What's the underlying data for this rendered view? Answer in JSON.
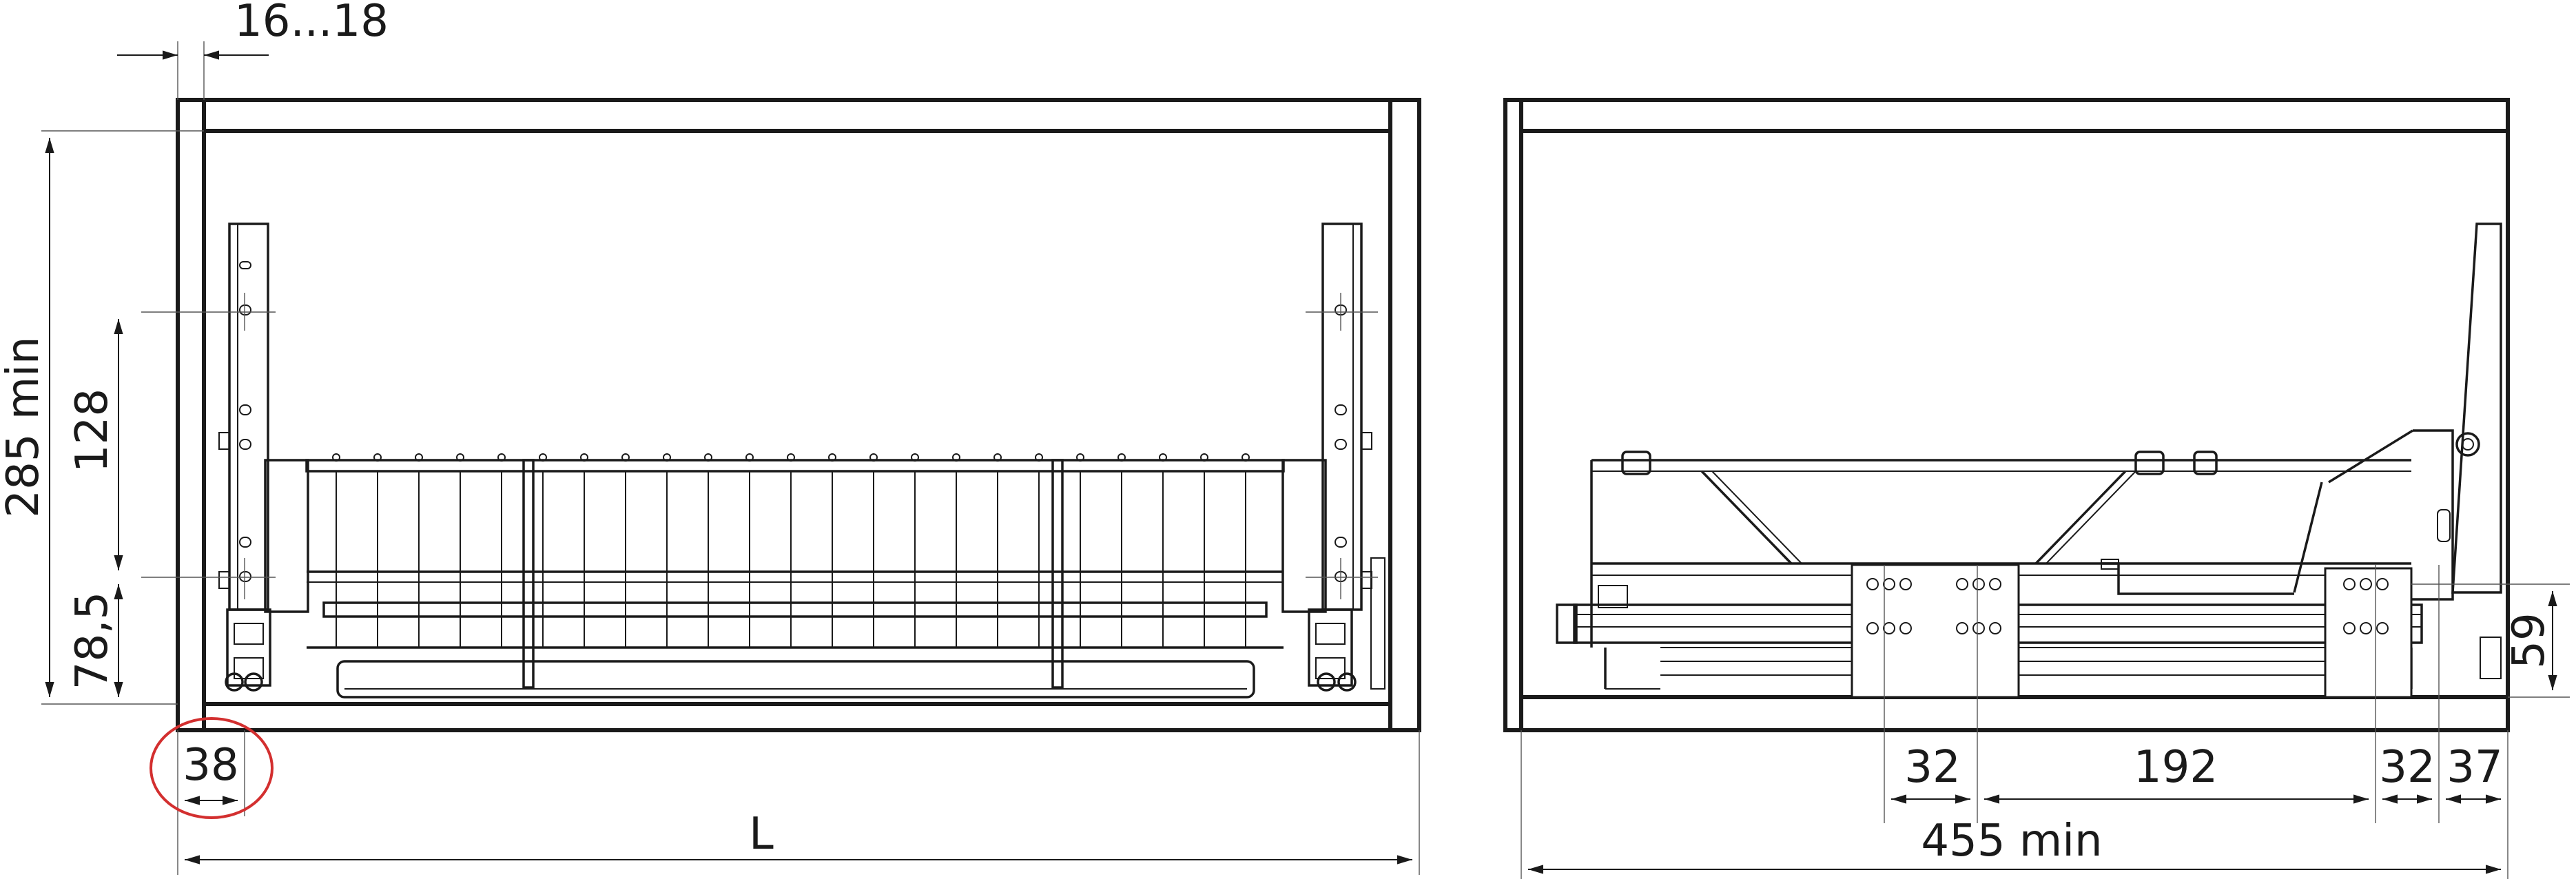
{
  "front_view": {
    "dims": {
      "side_gap": "16...18",
      "height_min": "285 min",
      "hole_spacing": "128",
      "bottom_offset": "78,5",
      "edge_offset": "38",
      "width": "L"
    }
  },
  "side_view": {
    "dims": {
      "height": "59",
      "hole_a": "32",
      "hole_span": "192",
      "hole_b": "32",
      "rear_offset": "37",
      "depth_min": "455 min"
    }
  },
  "colors": {
    "line": "#1a1a1a",
    "highlight_circle": "#d32f2f"
  }
}
